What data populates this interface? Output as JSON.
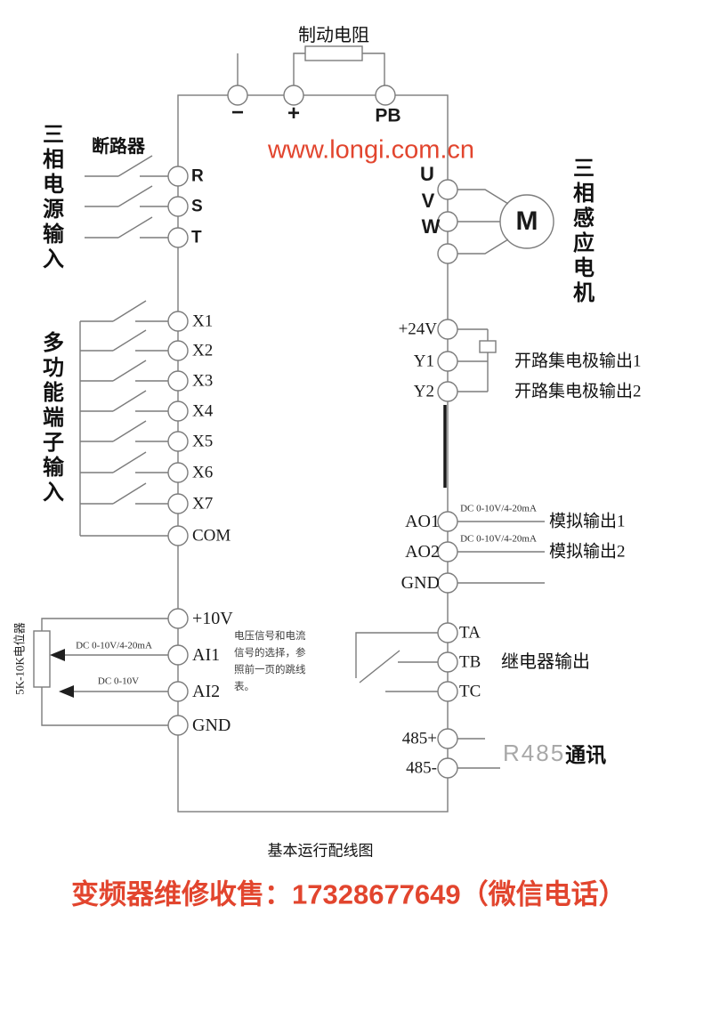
{
  "colors": {
    "accent_red": "#e2452e",
    "wire_gray": "#7c7c7c"
  },
  "top_section": {
    "brake_resistor_label": "制动电阻",
    "terminal_minus": "−",
    "terminal_plus": "+",
    "terminal_pb": "PB"
  },
  "watermark": {
    "website": "www.longi.com.cn"
  },
  "left_section": {
    "power_input_label": "三相电源输入",
    "breaker_label": "断路器",
    "power_terminals": [
      "R",
      "S",
      "T"
    ],
    "multi_function_label": "多功能端子输入",
    "digital_terminals": [
      "X1",
      "X2",
      "X3",
      "X4",
      "X5",
      "X6",
      "X7",
      "COM"
    ],
    "analog_terminals": [
      "+10V",
      "AI1",
      "AI2",
      "GND"
    ],
    "potentiometer_label": "5K-10K电位器",
    "ai1_signal_label": "DC 0-10V/4-20mA",
    "ai2_signal_label": "DC 0-10V"
  },
  "note": {
    "text": "电压信号和电流信号的选择，参照前一页的跳线表。"
  },
  "right_section": {
    "motor_letter": "M",
    "motor_label": "三相感应电机",
    "uvw_terminals": [
      "U",
      "V",
      "W"
    ],
    "collector_terminals": [
      "+24V",
      "Y1",
      "Y2"
    ],
    "collector_output1_label": "开路集电极输出1",
    "collector_output2_label": "开路集电极输出2",
    "analog_out_terminals": [
      "AO1",
      "AO2",
      "GND"
    ],
    "ao1_signal_label": "DC 0-10V/4-20mA",
    "ao2_signal_label": "DC 0-10V/4-20mA",
    "analog_output1_label": "模拟输出1",
    "analog_output2_label": "模拟输出2",
    "relay_terminals": [
      "TA",
      "TB",
      "TC"
    ],
    "relay_output_label": "继电器输出",
    "comm_terminals": [
      "485+",
      "485-"
    ],
    "comm_label_prefix": "R485",
    "comm_label_suffix": "通讯"
  },
  "footer": {
    "caption": "基本运行配线图",
    "contact": "变频器维修收售：17328677649（微信电话）"
  }
}
